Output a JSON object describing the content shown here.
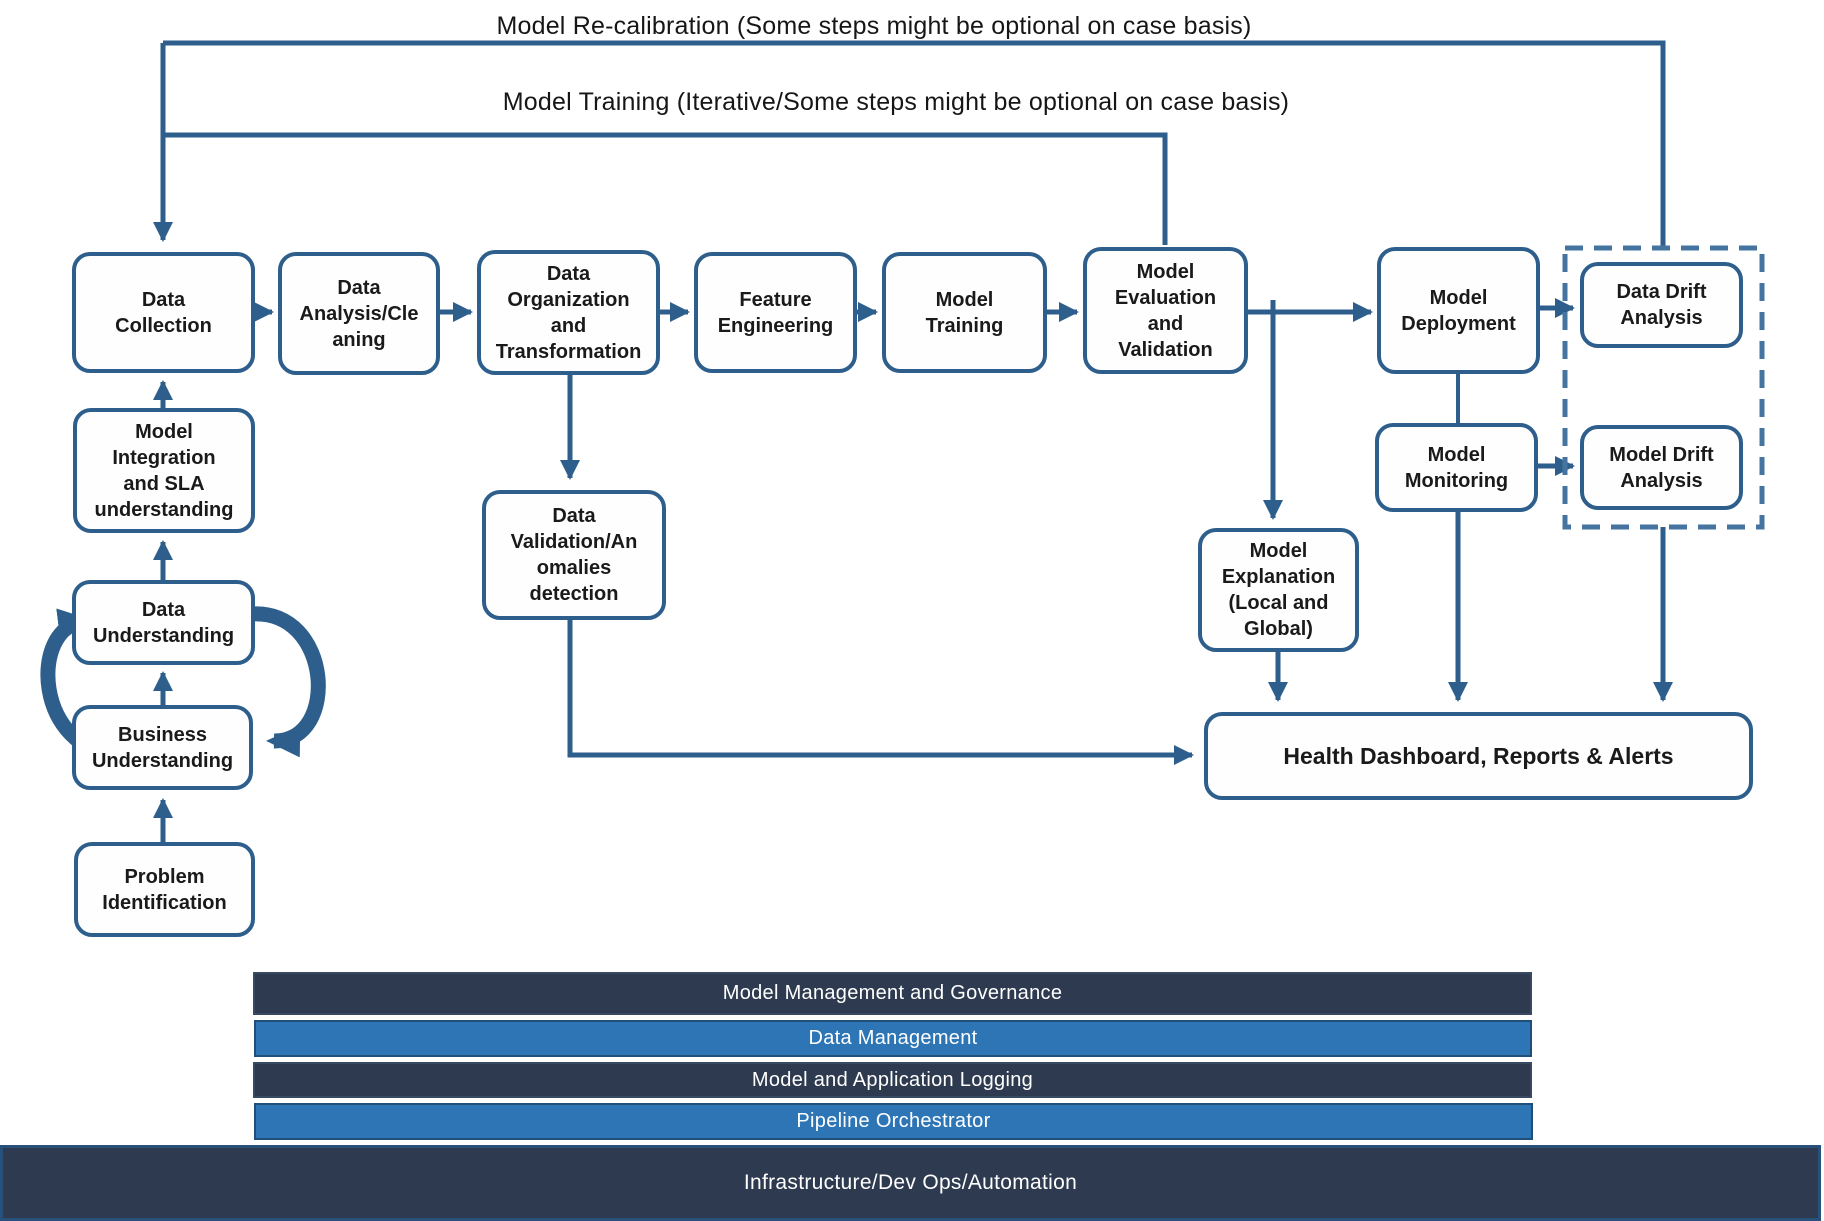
{
  "diagram": {
    "title": "ML model lifecycle flow diagram",
    "flow_labels": {
      "recalibration": "Model Re-calibration (Some steps might be optional on case basis)",
      "training": "Model Training (Iterative/Some steps might be optional on case basis)"
    },
    "nodes": {
      "data_collection": "Data\nCollection",
      "data_analysis": "Data\nAnalysis/Cle\naning",
      "data_organization": "Data\nOrganization\nand\nTransformation",
      "feature_engineering": "Feature\nEngineering",
      "model_training": "Model\nTraining",
      "model_evaluation": "Model\nEvaluation\nand\nValidation",
      "model_deployment": "Model\nDeployment",
      "data_drift": "Data Drift\nAnalysis",
      "model_drift": "Model Drift\nAnalysis",
      "model_monitoring": "Model\nMonitoring",
      "model_explanation": "Model\nExplanation\n(Local and\nGlobal)",
      "data_validation": "Data\nValidation/An\nomalies\ndetection",
      "model_integration": "Model\nIntegration\nand SLA\nunderstanding",
      "data_understanding": "Data\nUnderstanding",
      "business_understanding": "Business\nUnderstanding",
      "problem_identification": "Problem\nIdentification",
      "health_dashboard": "Health Dashboard, Reports & Alerts"
    },
    "layers": [
      "Model Management and Governance",
      "Data Management",
      "Model and Application Logging",
      "Pipeline Orchestrator",
      "Infrastructure/Dev Ops/Automation"
    ],
    "colors": {
      "connector_blue": "#2E5F8C",
      "dashed_border_blue": "#4674A0",
      "layer_dark_navy": "#2E3A4F",
      "layer_bright_blue": "#2E75B6",
      "node_border_blue": "#2E5F8C",
      "node_fill": "#FEFEFE",
      "node_text": "#1A1A1A",
      "layer_text": "#FFFFFF"
    }
  }
}
